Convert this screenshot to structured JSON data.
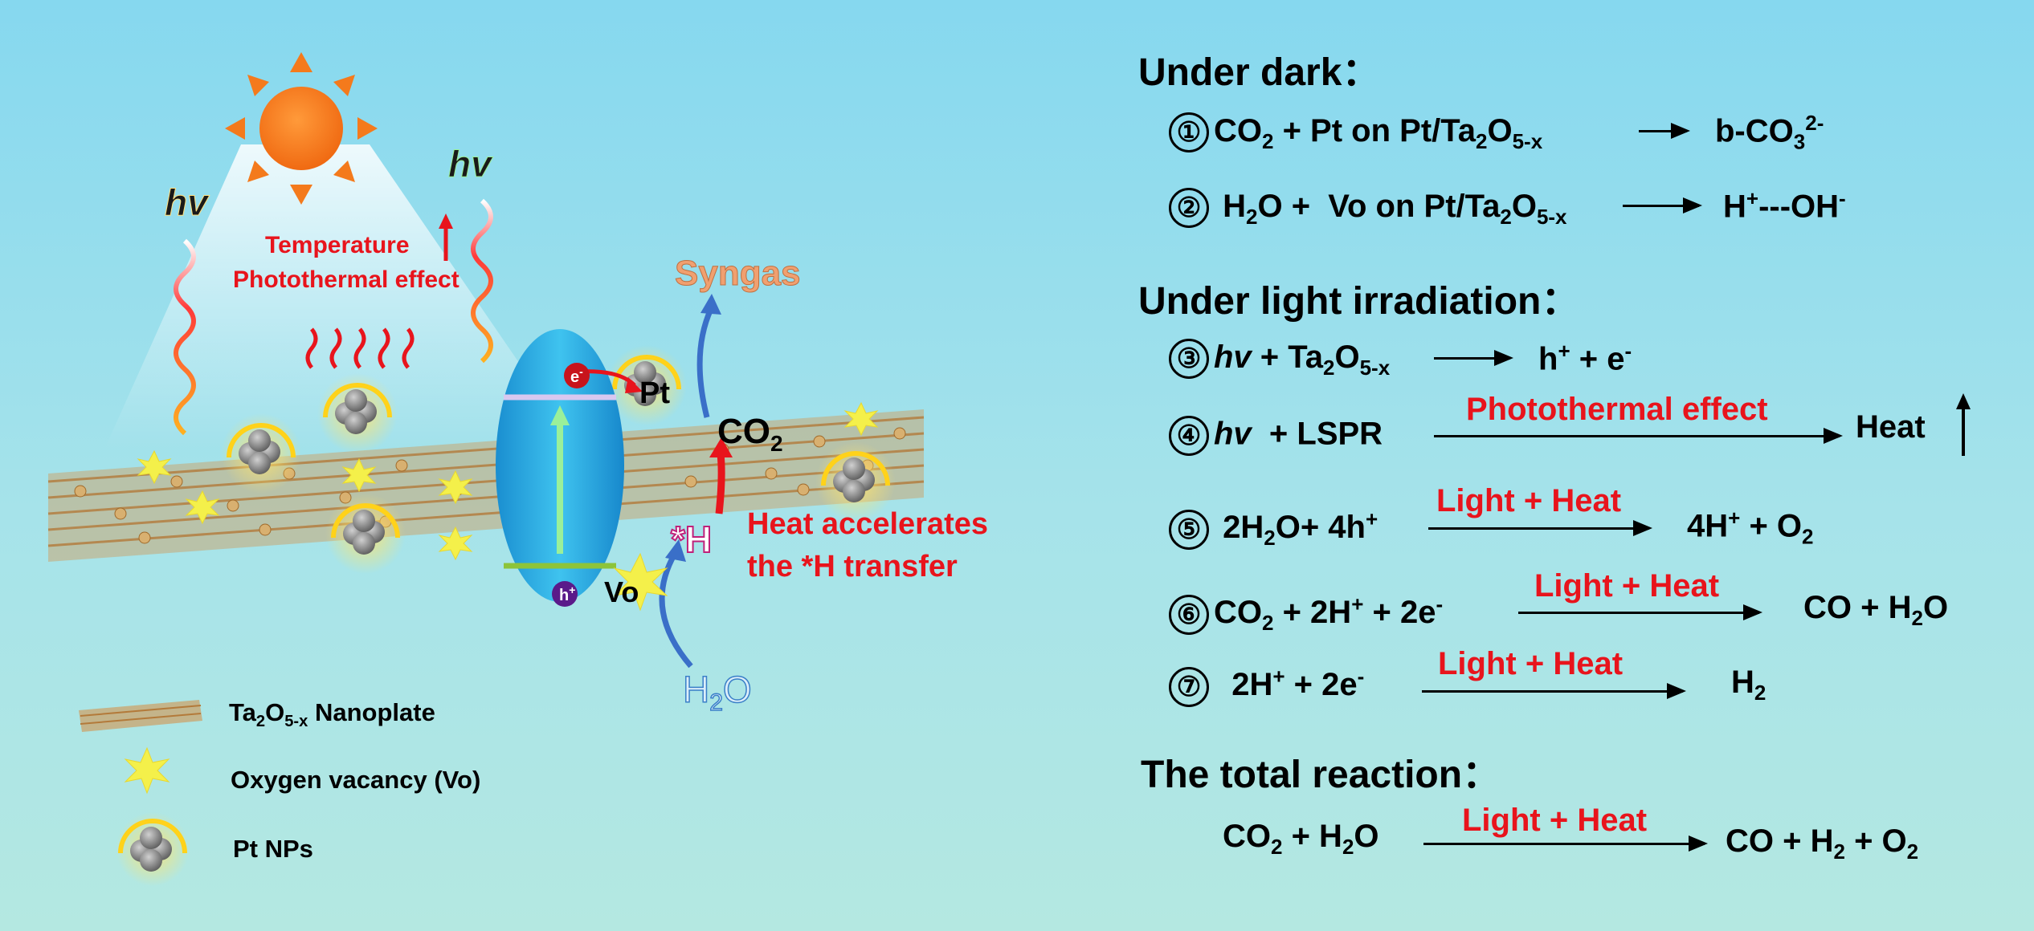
{
  "diagram": {
    "hv_left": "hv",
    "hv_right": "hv",
    "temperature": "Temperature",
    "photothermal": "Photothermal effect",
    "syngas": "Syngas",
    "co2": "CO",
    "co2_sub": "2",
    "pt": "Pt",
    "electron": "e",
    "electron_sup": "-",
    "hole": "h",
    "hole_sup": "+",
    "vo": "Vo",
    "star_h": "*H",
    "h2o": "H",
    "h2o_sub": "2",
    "h2o_o": "O",
    "heat_line1": "Heat accelerates",
    "heat_line2": "the *H transfer",
    "colors": {
      "red": "#e8141c",
      "sun": "#f47a1c",
      "band": "#1a9cd8",
      "syngas": "#f0a070",
      "h2o": "#d8ecf8"
    }
  },
  "legend": {
    "nanoplate_main": "Ta",
    "nanoplate_sub1": "2",
    "nanoplate_o": "O",
    "nanoplate_sub2": "5-x",
    "nanoplate_suffix": " Nanoplate",
    "vacancy": "Oxygen vacancy (Vo)",
    "pt": "Pt NPs"
  },
  "equations": {
    "under_dark": "Under dark：",
    "under_light": "Under light irradiation：",
    "total": "The total reaction：",
    "rows": [
      {
        "num": "①",
        "left_html": "CO<sub>2</sub> + Pt on Pt/Ta<sub>2</sub>O<sub>5-x</sub>",
        "cond": "",
        "right_html": "b-CO<sub>3</sub><sup>2-</sup>"
      },
      {
        "num": "②",
        "left_html": " H<sub>2</sub>O +&nbsp; Vo on Pt/Ta<sub>2</sub>O<sub>5-x</sub>",
        "cond": "",
        "right_html": "H<sup>+</sup>---OH<sup>-</sup>"
      },
      {
        "num": "③",
        "left_html": "<i>hv</i> + Ta<sub>2</sub>O<sub>5-x</sub>",
        "cond": "",
        "right_html": "h<sup>+</sup> + e<sup>-</sup>"
      },
      {
        "num": "④",
        "left_html": "<i>hv</i>&nbsp; + LSPR",
        "cond": "Photothermal effect",
        "right_html": "Heat"
      },
      {
        "num": "⑤",
        "left_html": " 2H<sub>2</sub>O+ 4h<sup>+</sup>",
        "cond": "Light + Heat",
        "right_html": "4H<sup>+</sup> + O<sub>2</sub>"
      },
      {
        "num": "⑥",
        "left_html": "CO<sub>2</sub> + 2H<sup>+</sup> + 2e<sup>-</sup>",
        "cond": "Light + Heat",
        "right_html": "CO + H<sub>2</sub>O"
      },
      {
        "num": "⑦",
        "left_html": "&nbsp; 2H<sup>+</sup> + 2e<sup>-</sup>",
        "cond": "Light + Heat",
        "right_html": "H<sub>2</sub>"
      }
    ],
    "total_row": {
      "left_html": "CO<sub>2</sub> + H<sub>2</sub>O",
      "cond": "Light + Heat",
      "right_html": "CO + H<sub>2</sub> + O<sub>2</sub>"
    }
  }
}
